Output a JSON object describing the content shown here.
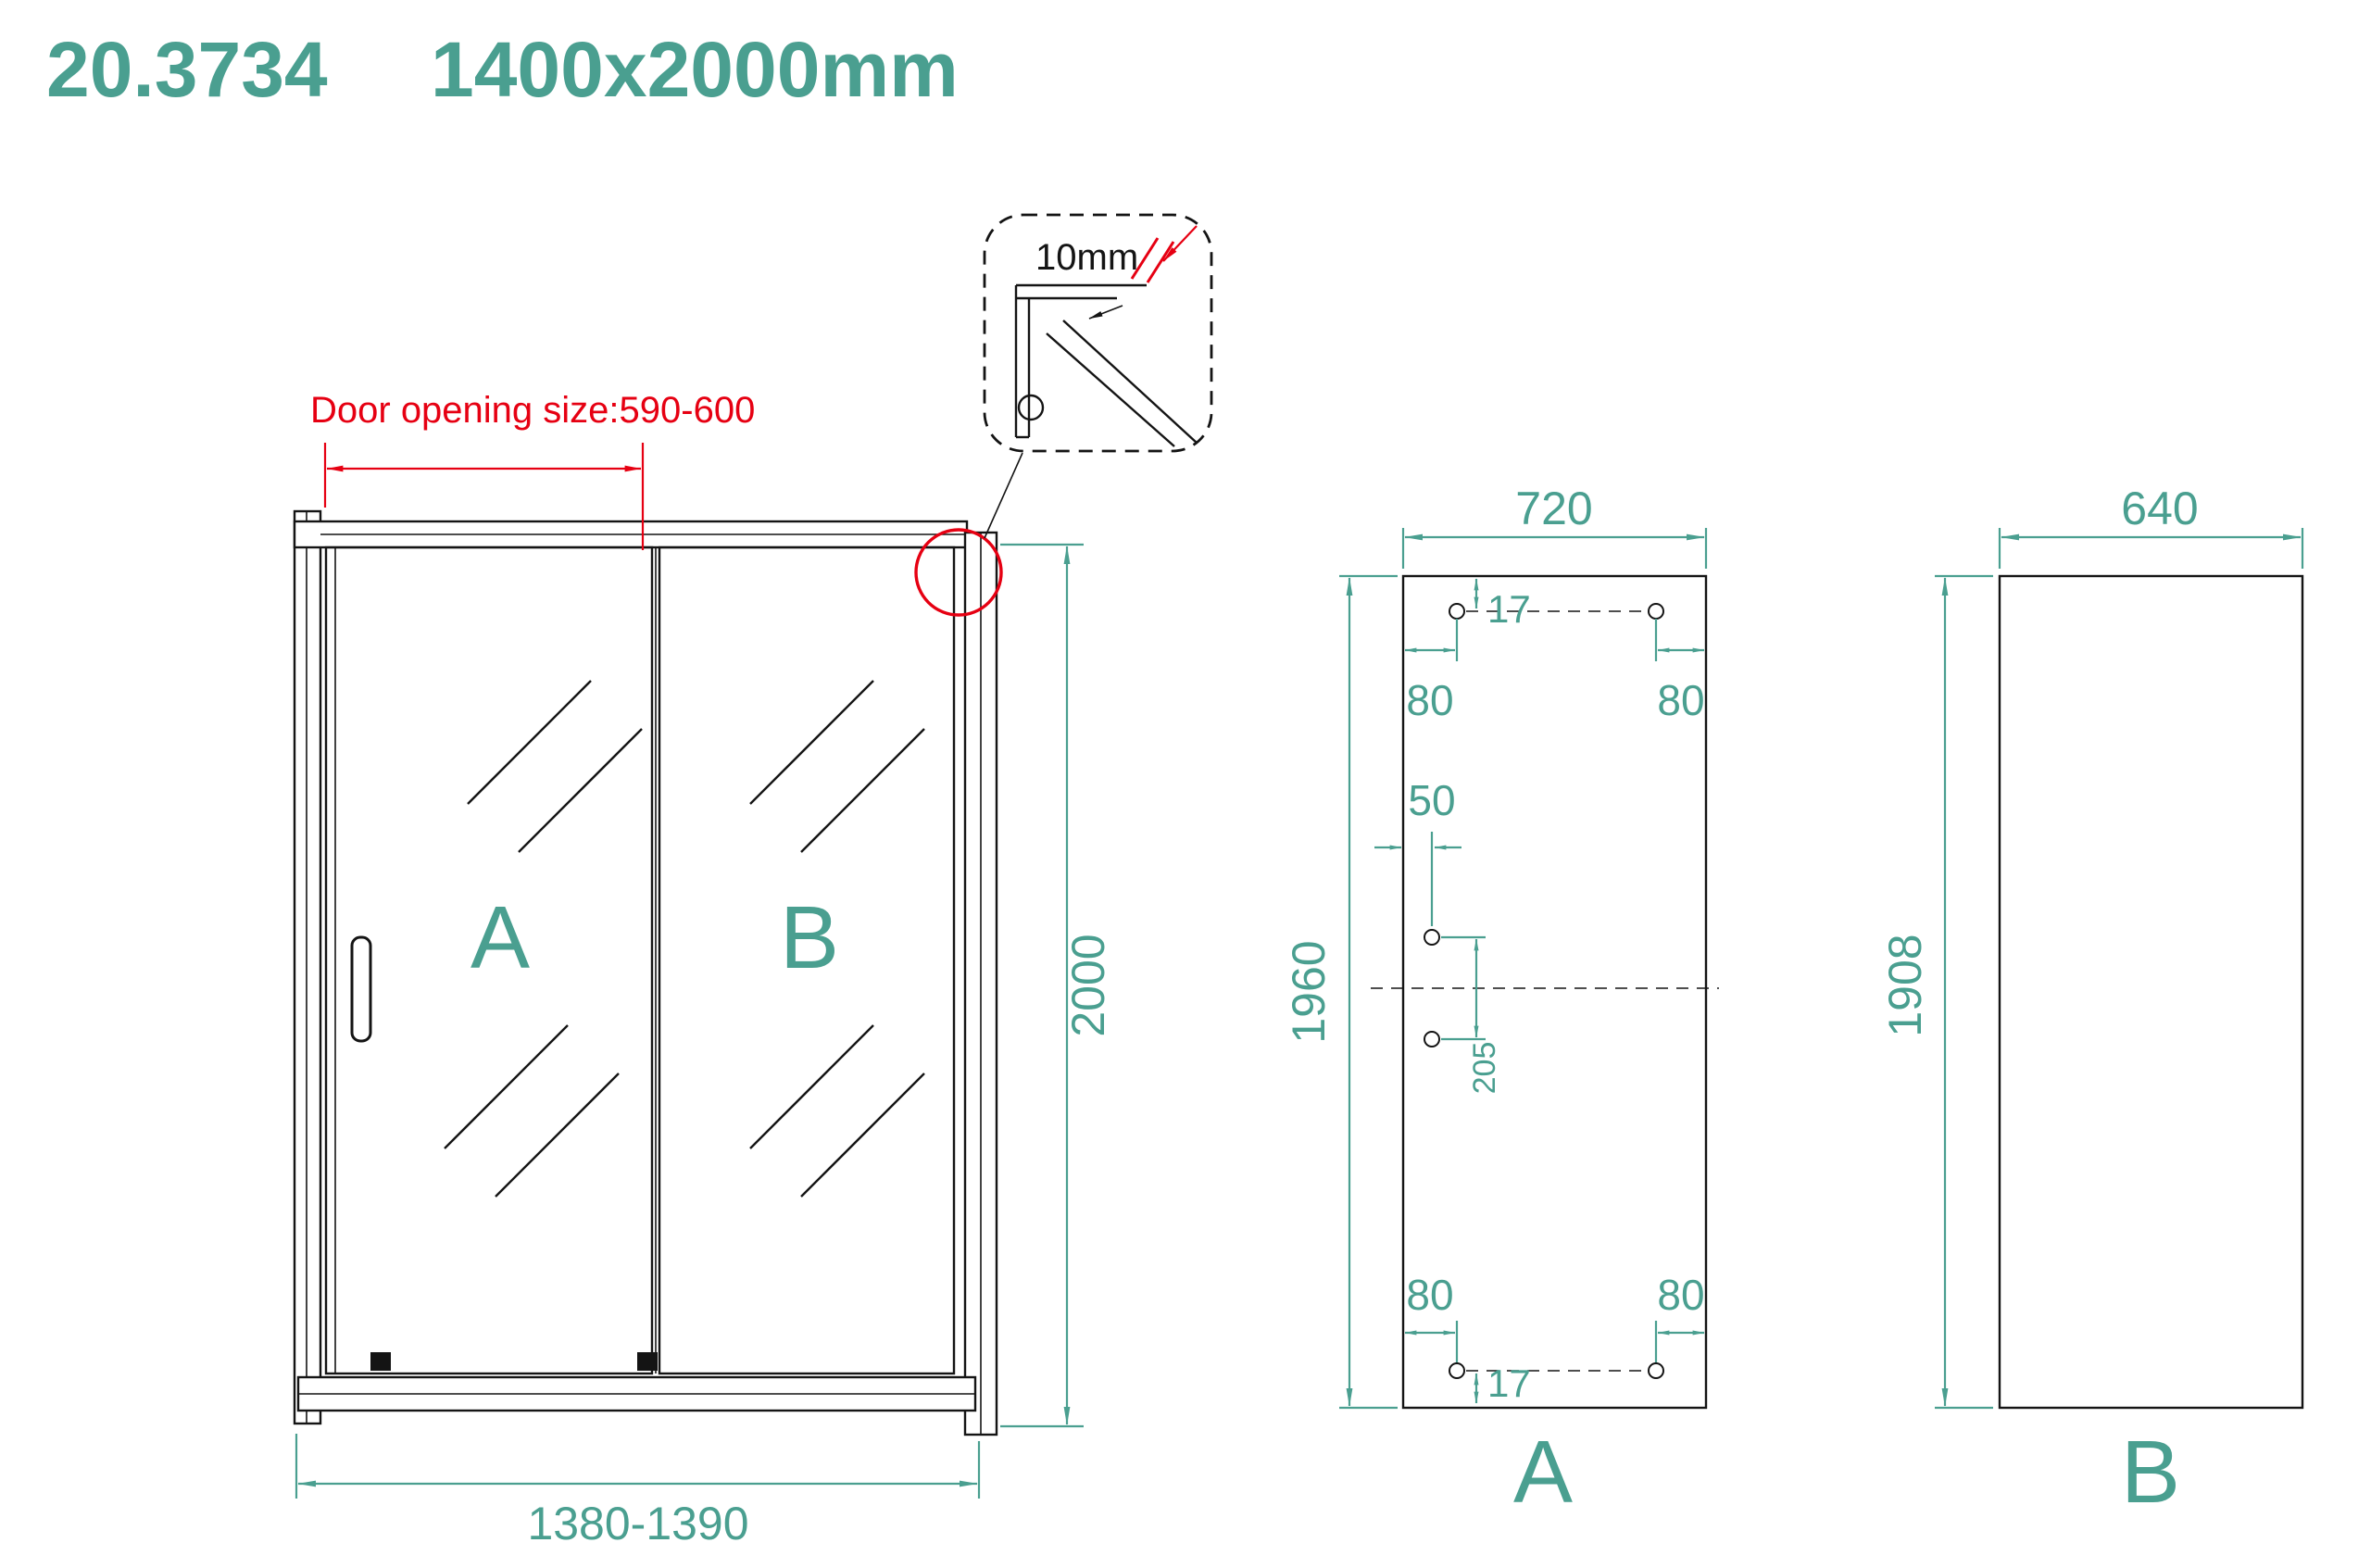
{
  "header": {
    "model": "20.3734",
    "size": "1400x2000mm"
  },
  "colors": {
    "accent": "#4a9f90",
    "alert": "#e60012",
    "line": "#141414"
  },
  "front_view": {
    "door_opening": "Door opening size:590-600",
    "panel_a": "A",
    "panel_b": "B",
    "height": "2000",
    "width": "1380-1390",
    "detail_gap": "10mm"
  },
  "panel_a_view": {
    "label": "A",
    "width": "720",
    "height": "1960",
    "top_offset": "17",
    "top_left": "80",
    "top_right": "80",
    "hole_inset": "50",
    "hole_spacing": "205",
    "bottom_left": "80",
    "bottom_right": "80",
    "bottom_offset": "17"
  },
  "panel_b_view": {
    "label": "B",
    "width": "640",
    "height": "1908"
  }
}
